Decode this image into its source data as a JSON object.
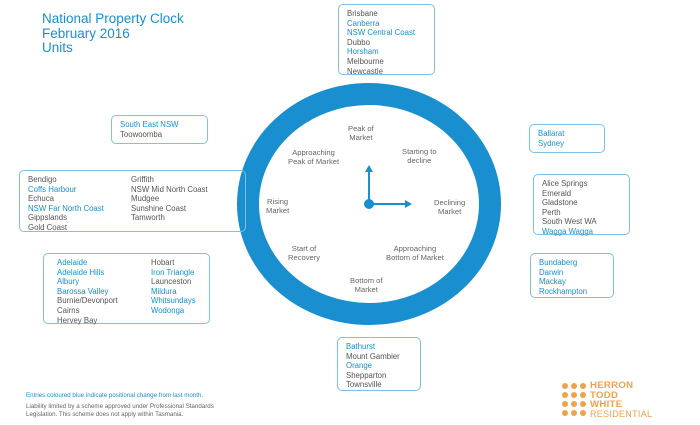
{
  "header": {
    "line1": "National Property Clock",
    "line2": "February 2016",
    "line3": "Units"
  },
  "colors": {
    "accent": "#1a8fd0",
    "border": "#7fc0e3",
    "logo": "#f0a24a"
  },
  "clock": {
    "labels": {
      "peak": [
        "Peak of",
        "Market"
      ],
      "starting_decline": [
        "Starting to",
        "decline"
      ],
      "declining": [
        "Declining",
        "Market"
      ],
      "approaching_bottom": [
        "Approaching",
        "Bottom of Market"
      ],
      "bottom": [
        "Bottom of",
        "Market"
      ],
      "start_recovery": [
        "Start of",
        "Recovery"
      ],
      "rising": [
        "Rising",
        "Market"
      ],
      "approaching_peak": [
        "Approaching",
        "Peak of Market"
      ]
    }
  },
  "boxes": {
    "peak_group": [
      {
        "name": "Brisbane",
        "hl": false
      },
      {
        "name": "Canberra",
        "hl": true
      },
      {
        "name": "NSW Central Coast",
        "hl": true
      },
      {
        "name": "Dubbo",
        "hl": false
      },
      {
        "name": "Horsham",
        "hl": true
      },
      {
        "name": "Melbourne",
        "hl": false
      },
      {
        "name": "Newcastle",
        "hl": false
      }
    ],
    "approaching_peak_group": [
      {
        "name": "South East NSW",
        "hl": true
      },
      {
        "name": "Toowoomba",
        "hl": false
      }
    ],
    "rising_group_left": [
      {
        "name": "Bendigo",
        "hl": false
      },
      {
        "name": "Coffs Harbour",
        "hl": true
      },
      {
        "name": "Echuca",
        "hl": false
      },
      {
        "name": "NSW Far North Coast",
        "hl": true
      },
      {
        "name": "Gippslands",
        "hl": false
      },
      {
        "name": "Gold Coast",
        "hl": false
      }
    ],
    "rising_group_right": [
      {
        "name": "Griffith",
        "hl": false
      },
      {
        "name": "NSW Mid North Coast",
        "hl": false
      },
      {
        "name": "Mudgee",
        "hl": false
      },
      {
        "name": "Sunshine Coast",
        "hl": false
      },
      {
        "name": "Tamworth",
        "hl": false
      }
    ],
    "recovery_group_left": [
      {
        "name": "Adelaide",
        "hl": true
      },
      {
        "name": "Adelaide Hills",
        "hl": true
      },
      {
        "name": "Albury",
        "hl": true
      },
      {
        "name": "Barossa Valley",
        "hl": true
      },
      {
        "name": "Burnie/Devonport",
        "hl": false
      },
      {
        "name": "Cairns",
        "hl": false
      },
      {
        "name": "Hervey Bay",
        "hl": false
      }
    ],
    "recovery_group_right": [
      {
        "name": "Hobart",
        "hl": false
      },
      {
        "name": "Iron Triangle",
        "hl": true
      },
      {
        "name": "Launceston",
        "hl": false
      },
      {
        "name": "Mildura",
        "hl": true
      },
      {
        "name": "Whitsundays",
        "hl": true
      },
      {
        "name": "Wodonga",
        "hl": true
      }
    ],
    "bottom_group": [
      {
        "name": "Bathurst",
        "hl": true
      },
      {
        "name": "Mount Gambier",
        "hl": false
      },
      {
        "name": "Orange",
        "hl": true
      },
      {
        "name": "Shepparton",
        "hl": false
      },
      {
        "name": "Townsville",
        "hl": false
      }
    ],
    "approaching_bottom_group": [
      {
        "name": "Bundaberg",
        "hl": true
      },
      {
        "name": "Darwin",
        "hl": true
      },
      {
        "name": "Mackay",
        "hl": true
      },
      {
        "name": "Rockhampton",
        "hl": true
      }
    ],
    "declining_group": [
      {
        "name": "Alice Springs",
        "hl": false
      },
      {
        "name": "Emerald",
        "hl": false
      },
      {
        "name": "Gladstone",
        "hl": false
      },
      {
        "name": "Perth",
        "hl": false
      },
      {
        "name": "South West WA",
        "hl": false
      },
      {
        "name": "Wagga Wagga",
        "hl": true
      }
    ],
    "starting_decline_group": [
      {
        "name": "Ballarat",
        "hl": true
      },
      {
        "name": "Sydney",
        "hl": true
      }
    ]
  },
  "footer": {
    "note": "Entries coloured blue indicate positional change from last month.",
    "liability1": "Liability limited by a scheme approved under Professional Standards",
    "liability2": "Legislation. This scheme does not apply within Tasmania."
  },
  "logo": {
    "line1": "HERRON",
    "line2": "TODD",
    "line3": "WHITE",
    "line4": "RESIDENTIAL"
  }
}
